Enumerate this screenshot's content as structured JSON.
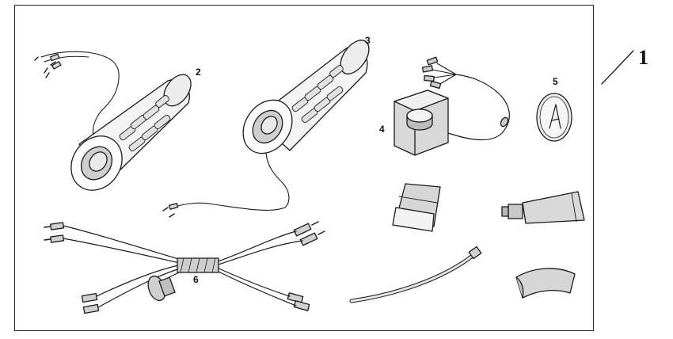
{
  "kit_number": "1",
  "callouts": {
    "c2": "2",
    "c3": "3",
    "c4": "4",
    "c5": "5",
    "c6": "6"
  },
  "parts": [
    {
      "id": "2",
      "icon": "left-heated-grip"
    },
    {
      "id": "3",
      "icon": "right-heated-grip"
    },
    {
      "id": "4",
      "icon": "control-switch"
    },
    {
      "id": "5",
      "icon": "emblem-badge"
    },
    {
      "id": "6",
      "icon": "wire-harness"
    },
    {
      "icon": "adhesive-pad"
    },
    {
      "icon": "adhesive-tube"
    },
    {
      "icon": "cable-tie"
    },
    {
      "icon": "rubber-spacer"
    }
  ],
  "colors": {
    "line": "#1a1a1a",
    "shade": "#d8d8d8",
    "paper": "#ffffff"
  }
}
